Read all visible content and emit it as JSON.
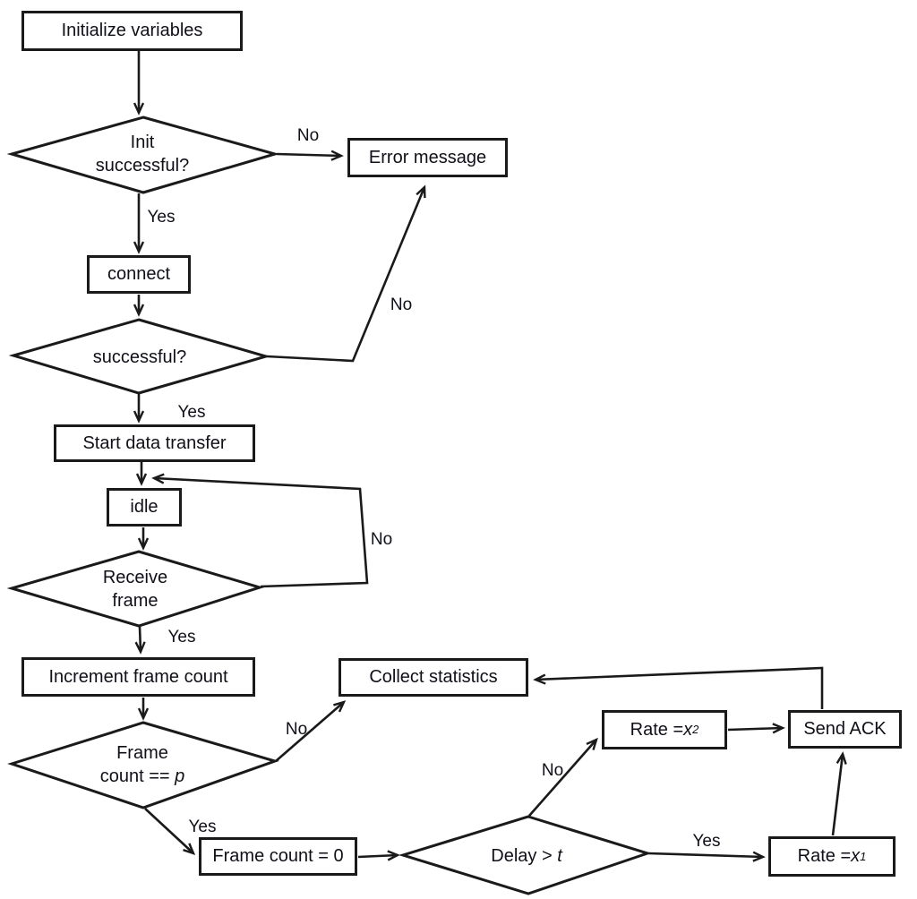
{
  "diagram_type": "flowchart",
  "colors": {
    "line": "#1a1a1a",
    "background": "#ffffff",
    "text": "#101018"
  },
  "nodes": {
    "initialize": {
      "shape": "process",
      "label": "Initialize variables"
    },
    "init_successful": {
      "shape": "decision",
      "line1": "Init",
      "line2": "successful?"
    },
    "error_message": {
      "shape": "process",
      "label": "Error message"
    },
    "connect": {
      "shape": "process",
      "label": "connect"
    },
    "successful": {
      "shape": "decision",
      "label": "successful?"
    },
    "start_data_transfer": {
      "shape": "process",
      "label": "Start data transfer"
    },
    "idle": {
      "shape": "process",
      "label": "idle"
    },
    "receive_frame": {
      "shape": "decision",
      "line1": "Receive",
      "line2": "frame"
    },
    "increment_frame_count": {
      "shape": "process",
      "label": "Increment frame count"
    },
    "collect_statistics": {
      "shape": "process",
      "label": "Collect statistics"
    },
    "frame_count_p": {
      "shape": "decision",
      "line1": "Frame",
      "line2_prefix": "count == ",
      "line2_var": "p"
    },
    "frame_count_zero": {
      "shape": "process",
      "label": "Frame count = 0"
    },
    "delay_t": {
      "shape": "decision",
      "prefix": "Delay > ",
      "var": "t"
    },
    "rate_x2": {
      "shape": "process",
      "prefix": "Rate = ",
      "var": "x",
      "sub": "2"
    },
    "send_ack": {
      "shape": "process",
      "label": "Send ACK"
    },
    "rate_x1": {
      "shape": "process",
      "prefix": "Rate = ",
      "var": "x",
      "sub": "1"
    }
  },
  "edges": [
    {
      "from": "initialize",
      "to": "init_successful",
      "label": ""
    },
    {
      "from": "init_successful",
      "to": "error_message",
      "label": "No"
    },
    {
      "from": "init_successful",
      "to": "connect",
      "label": "Yes"
    },
    {
      "from": "connect",
      "to": "successful",
      "label": ""
    },
    {
      "from": "successful",
      "to": "error_message",
      "label": "No"
    },
    {
      "from": "successful",
      "to": "start_data_transfer",
      "label": "Yes"
    },
    {
      "from": "start_data_transfer",
      "to": "idle",
      "label": ""
    },
    {
      "from": "receive_frame",
      "to": "idle",
      "label": "No"
    },
    {
      "from": "idle",
      "to": "receive_frame",
      "label": ""
    },
    {
      "from": "receive_frame",
      "to": "increment_frame_count",
      "label": "Yes"
    },
    {
      "from": "increment_frame_count",
      "to": "frame_count_p",
      "label": ""
    },
    {
      "from": "frame_count_p",
      "to": "collect_statistics",
      "label": "No"
    },
    {
      "from": "frame_count_p",
      "to": "frame_count_zero",
      "label": "Yes"
    },
    {
      "from": "frame_count_zero",
      "to": "delay_t",
      "label": ""
    },
    {
      "from": "delay_t",
      "to": "rate_x2",
      "label": "No"
    },
    {
      "from": "delay_t",
      "to": "rate_x1",
      "label": "Yes"
    },
    {
      "from": "rate_x2",
      "to": "send_ack",
      "label": ""
    },
    {
      "from": "rate_x1",
      "to": "send_ack",
      "label": ""
    },
    {
      "from": "send_ack",
      "to": "collect_statistics",
      "label": ""
    }
  ]
}
